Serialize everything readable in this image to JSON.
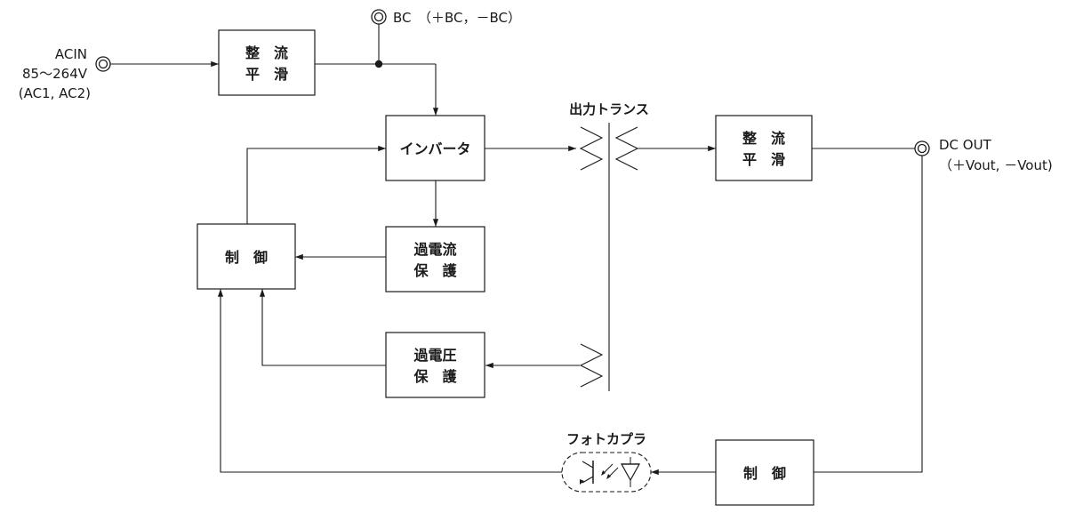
{
  "input": {
    "label": "ACIN",
    "voltage": "85〜264V",
    "terminals": "(AC1, AC2)"
  },
  "bc": {
    "label": "BC",
    "terminals": "（＋BC，－BC）"
  },
  "output": {
    "label": "DC OUT",
    "terminals": "（＋Vout, －Vout)"
  },
  "transformer": {
    "label": "出力トランス"
  },
  "photocoupler": {
    "label": "フォトカプラ"
  },
  "blocks": {
    "rectifier_in": {
      "line1": "整　流",
      "line2": "平　滑"
    },
    "inverter": {
      "line1": "インバータ"
    },
    "control_main": {
      "line1": "制　御"
    },
    "overcurrent": {
      "line1": "過電流",
      "line2": "保　護"
    },
    "overvoltage": {
      "line1": "過電圧",
      "line2": "保　護"
    },
    "rectifier_out": {
      "line1": "整　流",
      "line2": "平　滑"
    },
    "control_secondary": {
      "line1": "制　御"
    }
  }
}
